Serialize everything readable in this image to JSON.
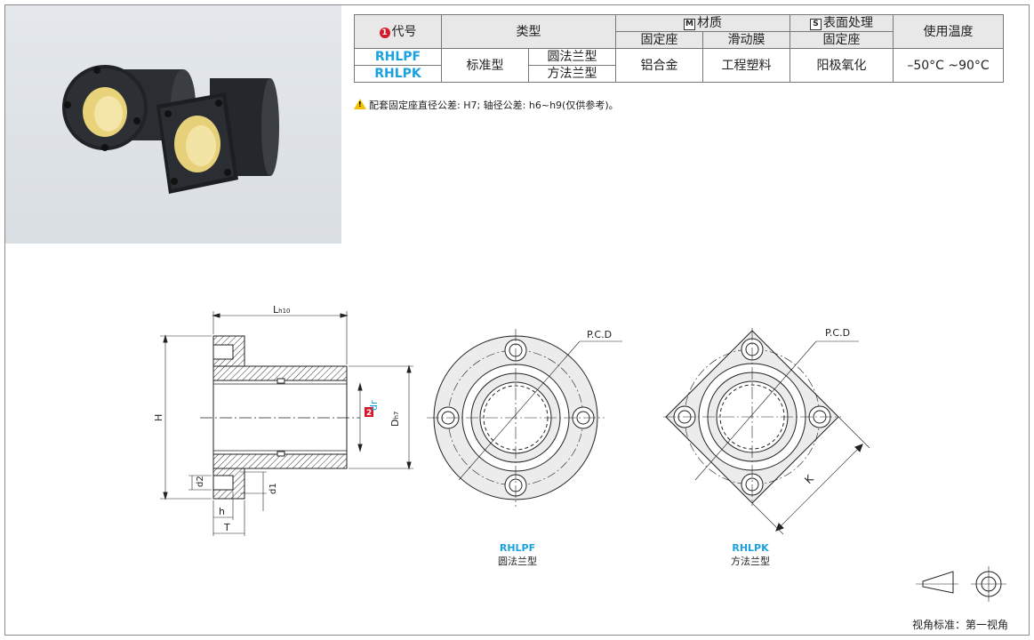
{
  "table": {
    "h_code": "代号",
    "h_code_num": "1",
    "h_type": "类型",
    "h_material": "材质",
    "h_material_badge": "M",
    "h_surface": "表面处理",
    "h_surface_badge": "S",
    "h_temp": "使用温度",
    "h_mat_seat": "固定座",
    "h_mat_film": "滑动膜",
    "h_surf_seat": "固定座",
    "code1": "RHLPF",
    "code2": "RHLPK",
    "type_main": "标准型",
    "type1": "圆法兰型",
    "type2": "方法兰型",
    "mat_seat": "铝合金",
    "mat_film": "工程塑料",
    "surface": "阳极氧化",
    "temp": "–50°C ~90°C"
  },
  "note": "配套固定座直径公差: H7; 轴径公差: h6~h9(仅供参考)。",
  "drawing": {
    "L": "L",
    "L_sub": "h10",
    "H": "H",
    "D": "D",
    "D_sub": "h7",
    "dr_num": "2",
    "dr": "dr",
    "d1": "d1",
    "d2": "d2",
    "h": "h",
    "T": "T",
    "pcd1": "P.C.D",
    "pcd2": "P.C.D",
    "K": "K"
  },
  "captions": {
    "round_code": "RHLPF",
    "round_name": "圆法兰型",
    "square_code": "RHLPK",
    "square_name": "方法兰型"
  },
  "view_standard": "视角标准：第一视角"
}
